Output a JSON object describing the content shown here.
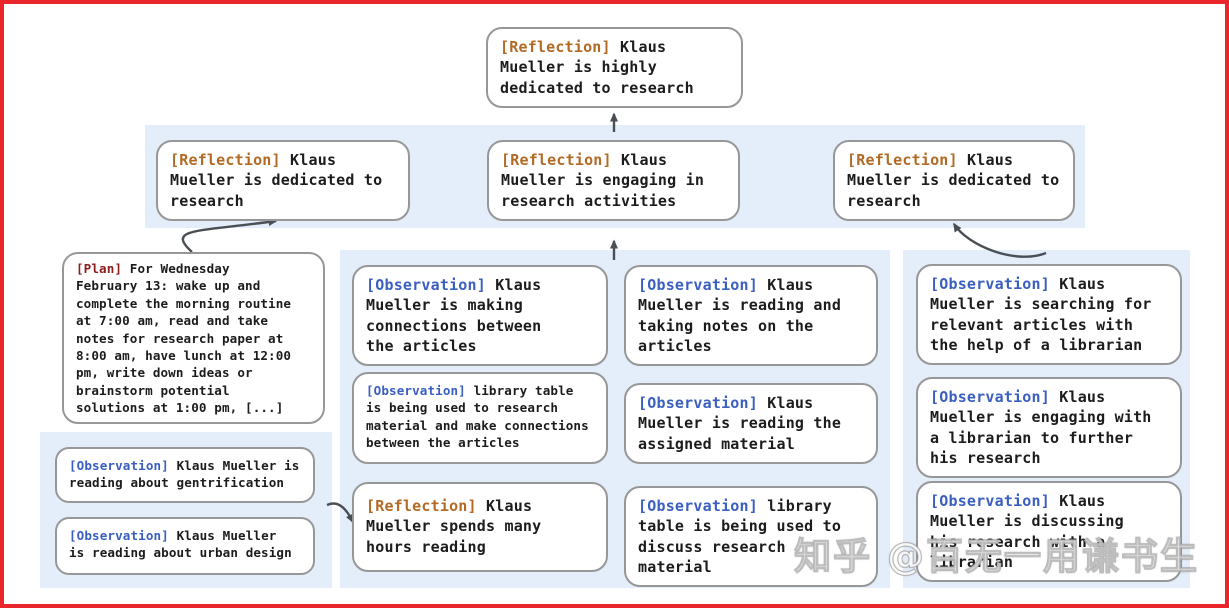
{
  "colors": {
    "frame_border": "#e8262b",
    "band_background": "#e4edfa",
    "box_border": "#979797",
    "body_text": "#1c1c1c",
    "reflection_tag": "#b26a24",
    "observation_tag": "#3a5fc0",
    "plan_tag": "#8b1e1e",
    "arrow": "#4a4f55"
  },
  "watermark": "知乎 @百无一用谦书生",
  "nodes": {
    "root": {
      "tag": "[Reflection]",
      "text": "Klaus\nMueller is highly\ndedicated to research"
    },
    "r2_left": {
      "tag": "[Reflection]",
      "text": "Klaus\nMueller is dedicated to\nresearch"
    },
    "r2_mid": {
      "tag": "[Reflection]",
      "text": "Klaus\nMueller is engaging in\nresearch activities"
    },
    "r2_right": {
      "tag": "[Reflection]",
      "text": "Klaus\nMueller is dedicated to\nresearch"
    },
    "plan": {
      "tag": "[Plan]",
      "text": "For Wednesday\nFebruary 13: wake up and\ncomplete the morning routine\nat 7:00 am, read and take\nnotes for research paper at\n8:00 am, have lunch at 12:00\npm, write down ideas or\nbrainstorm potential\nsolutions at 1:00 pm, [...]"
    },
    "obs_gentrification": {
      "tag": "[Observation]",
      "text": "Klaus Mueller is\nreading about gentrification"
    },
    "obs_urban": {
      "tag": "[Observation]",
      "text": "Klaus Mueller\nis reading about urban design"
    },
    "obs_connections": {
      "tag": "[Observation]",
      "text": "Klaus\nMueller is making\nconnections between\nthe articles"
    },
    "obs_library_research": {
      "tag": "[Observation]",
      "text": "library table\nis being used to research\nmaterial and make connections\nbetween the articles"
    },
    "refl_hours": {
      "tag": "[Reflection]",
      "text": "Klaus\nMueller spends many\nhours reading"
    },
    "obs_taking_notes": {
      "tag": "[Observation]",
      "text": "Klaus\nMueller is reading and\ntaking notes on the\narticles"
    },
    "obs_assigned": {
      "tag": "[Observation]",
      "text": "Klaus\nMueller is reading the\nassigned material"
    },
    "obs_library_discuss": {
      "tag": "[Observation]",
      "text": "library\ntable is being used to\ndiscuss research material"
    },
    "obs_searching": {
      "tag": "[Observation]",
      "text": "Klaus\nMueller is searching for\nrelevant articles with\nthe help of a librarian"
    },
    "obs_engaging": {
      "tag": "[Observation]",
      "text": "Klaus\nMueller is engaging with\na librarian to further\nhis research"
    },
    "obs_discussing": {
      "tag": "[Observation]",
      "text": "Klaus\nMueller is discussing\nhis research with a\nlibrarian"
    }
  }
}
